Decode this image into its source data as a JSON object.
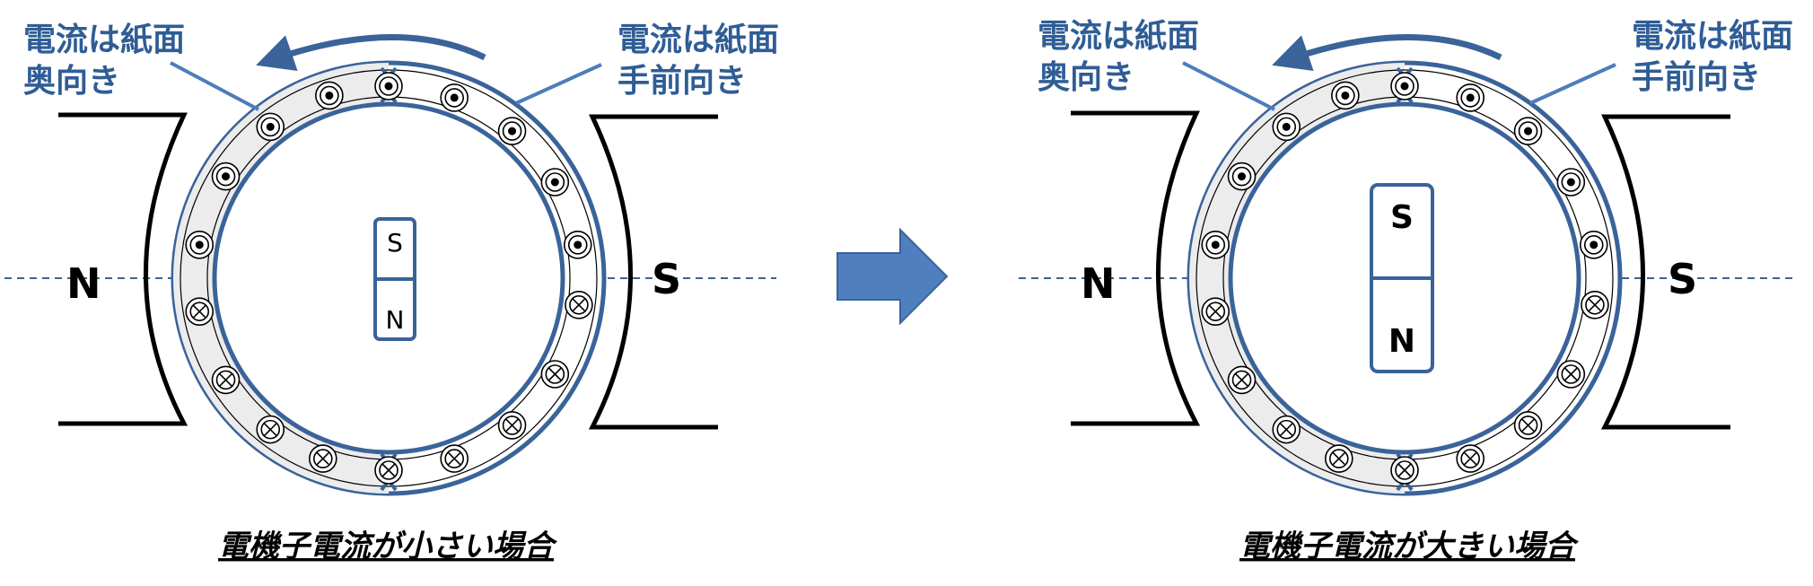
{
  "panels": [
    {
      "label_into": [
        "電流は紙面",
        "奥向き"
      ],
      "label_out": [
        "電流は紙面",
        "手前向き"
      ],
      "pole_left": "N",
      "pole_right": "S",
      "magnet_top": "S",
      "magnet_bottom": "N",
      "magnet_size": "small",
      "caption": "電機子電流が小さい場合"
    },
    {
      "label_into": [
        "電流は紙面",
        "奥向き"
      ],
      "label_out": [
        "電流は紙面",
        "手前向き"
      ],
      "pole_left": "N",
      "pole_right": "S",
      "magnet_top": "S",
      "magnet_bottom": "N",
      "magnet_size": "large",
      "caption": "電機子電流が大きい場合"
    }
  ],
  "colors": {
    "blue": "#3a639a",
    "label": "#2f5d95",
    "arrow_fill": "#4f7fbf",
    "shade": "#ececec"
  },
  "icons": {
    "into": "conductor-into-page-icon",
    "out": "conductor-out-of-page-icon",
    "rotation": "rotation-arrow-icon",
    "transition": "right-arrow-icon"
  }
}
